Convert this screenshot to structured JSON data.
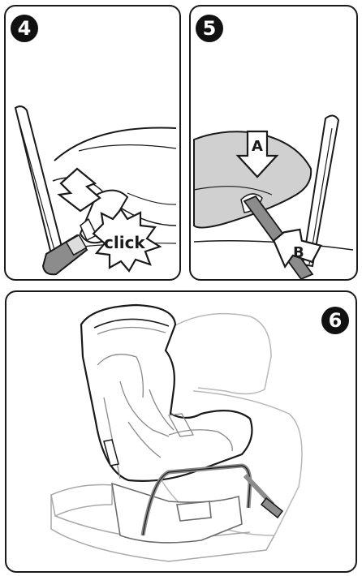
{
  "steps": [
    {
      "number": "4",
      "label": "click"
    },
    {
      "number": "5",
      "arrow_a": "A",
      "arrow_b": "B"
    },
    {
      "number": "6"
    }
  ],
  "colors": {
    "outline": "#1a1a1a",
    "shell_gray": "#d0d0d0",
    "belt_gray": "#9a9a9a",
    "faint": "#b8b8b8"
  }
}
